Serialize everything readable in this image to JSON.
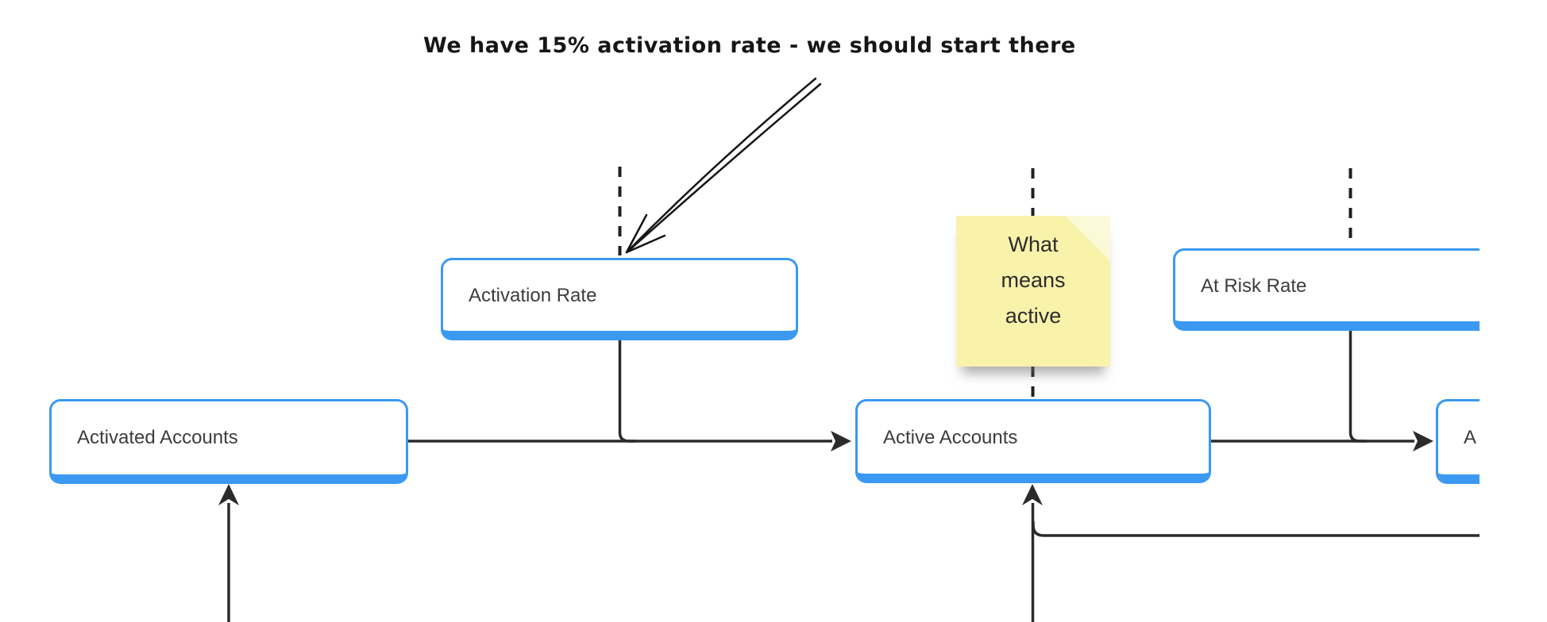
{
  "annotation": {
    "text": "We have 15% activation rate - we should start there"
  },
  "nodes": [
    {
      "id": "activation-rate",
      "label": "Activation Rate"
    },
    {
      "id": "activated-accounts",
      "label": "Activated Accounts"
    },
    {
      "id": "active-accounts",
      "label": "Active Accounts"
    },
    {
      "id": "at-risk-rate",
      "label": "At Risk Rate"
    },
    {
      "id": "at-risk-accounts-partial",
      "label": "A"
    }
  ],
  "sticky": {
    "lines": [
      "What",
      "means",
      "active"
    ]
  },
  "colors": {
    "node_border_blue": "#3b99f1",
    "sticky_yellow": "#f8f2ab",
    "connector_dark": "#2b2b2b",
    "handwriting_ink": "#161616"
  }
}
